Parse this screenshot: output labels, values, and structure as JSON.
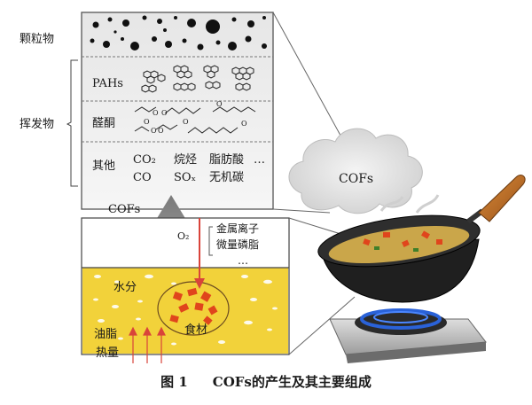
{
  "caption": {
    "fig_no": "图 1",
    "title": "COFs的产生及其主要组成"
  },
  "composition": {
    "particulate_label": "颗粒物",
    "volatile_label": "挥发物",
    "rows": [
      {
        "label": "PAHs"
      },
      {
        "label": "醛酮"
      },
      {
        "label": "其他",
        "items": [
          [
            "CO₂",
            "烷烃",
            "脂肪酸",
            "…"
          ],
          [
            "CO",
            "SOₓ",
            "无机碳",
            ""
          ]
        ]
      }
    ]
  },
  "process": {
    "cofs_arrow_label": "COFs",
    "o2_label": "O₂",
    "side_items": [
      "金属离子",
      "微量磷脂",
      "…"
    ],
    "water_label": "水分",
    "oil_label": "油脂",
    "food_label": "食材",
    "heat_label": "热量"
  },
  "scene": {
    "smoke_label": "COFs"
  },
  "colors": {
    "oil": "#f2d23a",
    "food": "#e0451c",
    "heat_arrow": "#d9443a",
    "flame": "#2a62d8"
  }
}
